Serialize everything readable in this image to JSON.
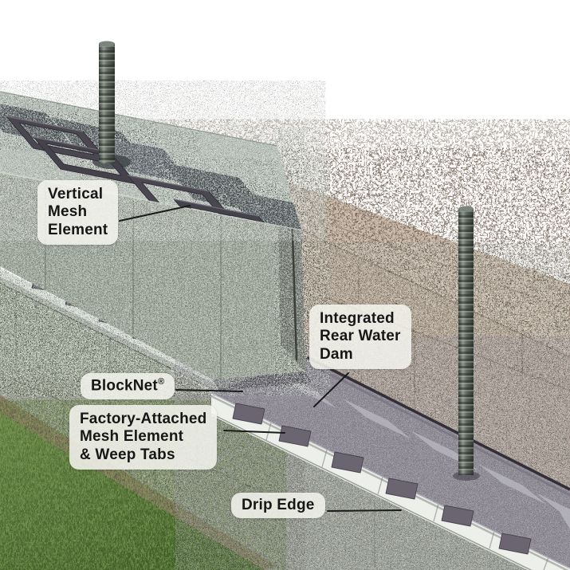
{
  "diagram": {
    "subject": "BlockNet masonry cavity-wall moisture management system illustration",
    "labels": {
      "vertical_mesh_element": {
        "text": "Vertical\nMesh\nElement"
      },
      "integrated_rear_water_dam": {
        "text": "Integrated\nRear Water\nDam"
      },
      "blocknet": {
        "text": "BlockNet",
        "registered_mark": "®"
      },
      "factory_attached": {
        "text": "Factory-Attached\nMesh Element\n& Weep Tabs"
      },
      "drip_edge": {
        "text": "Drip Edge"
      }
    },
    "palette": {
      "background": "#ffffff",
      "cmu_block_face": "#99a194",
      "cmu_block_top": "#aeb6af",
      "cmu_end_face": "#70766e",
      "core_interior": "#555b60",
      "grout_fill": "#626870",
      "mesh_ring_dark": "#4a4750",
      "tan_block_top": "#c3b2a2",
      "tan_block_face": "#b5a291",
      "blocknet_mesh": "#8d8a94",
      "mesh_light_patch": "#b6b5bc",
      "drip_edge_white": "#edf0ea",
      "weep_tab": "#6b6572",
      "grass_green": "#5a7a3e",
      "soil_brown": "#8d8169",
      "rebar_metal": "#6d756e",
      "callout_background": "rgba(245,245,239,0.86)",
      "callout_text": "#161616",
      "leader_line": "#1a1a1a"
    }
  }
}
